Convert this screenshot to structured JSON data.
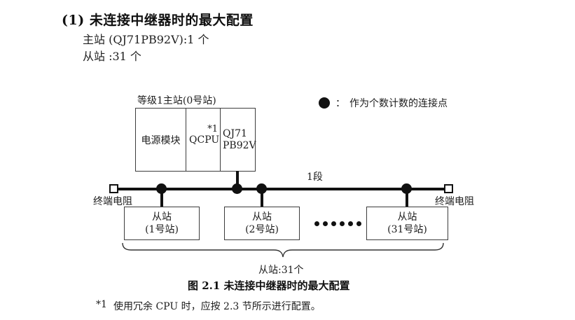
{
  "header": {
    "title": "(1) 未连接中继器时的最大配置",
    "master_line": "主站 (QJ71PB92V):1 个",
    "slave_line": "从站 :31 个"
  },
  "legend": {
    "colon": "：",
    "text": "作为个数计数的连接点"
  },
  "diagram": {
    "master_label": "等级1主站(0号站)",
    "master_cells": {
      "power": "电源模块",
      "cpu": "QCPU",
      "cpu_note": "*1",
      "network_line1": "QJ71",
      "network_line2": "PB92V"
    },
    "terminator_left": "终端电阻",
    "terminator_right": "终端电阻",
    "segment_label": "1段",
    "slaves": [
      {
        "line1": "从站",
        "line2": "(1号站)"
      },
      {
        "line1": "从站",
        "line2": "(2号站)"
      },
      {
        "line1": "从站",
        "line2": "(31号站)"
      }
    ],
    "brace_label": "从站:31个"
  },
  "caption": "图 2.1 未连接中继器时的最大配置",
  "footnote": {
    "marker": "*1",
    "text": "使用冗余 CPU 时，应按 2.3 节所示进行配置。"
  }
}
